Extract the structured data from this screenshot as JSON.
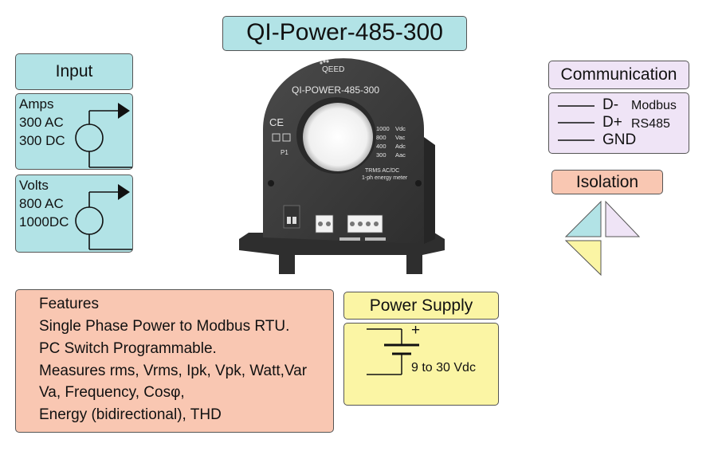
{
  "title": "QI-Power-485-300",
  "input": {
    "header": "Input",
    "amps": {
      "label": "Amps",
      "lines": [
        "300 AC",
        "300 DC"
      ]
    },
    "volts": {
      "label": "Volts",
      "lines": [
        "800 AC",
        "1000DC"
      ]
    }
  },
  "communication": {
    "header": "Communication",
    "pins": [
      "D-",
      "D+",
      "GND"
    ],
    "protocol": [
      "Modbus",
      "RS485"
    ]
  },
  "isolation": {
    "header": "Isolation"
  },
  "power_supply": {
    "header": "Power Supply",
    "polarity": "+",
    "range": "9 to 30 Vdc"
  },
  "features": {
    "header": "Features",
    "items": [
      "Single Phase Power to Modbus RTU.",
      "PC Switch Programmable.",
      "Measures rms, Vrms, Ipk, Vpk, Watt,Var",
      "Va, Frequency, Cosφ,",
      "Energy (bidirectional), THD"
    ]
  },
  "device": {
    "brand": "QEED",
    "model": "QI-POWER-485-300",
    "ce_mark": "CE",
    "port_label": "P1",
    "ratings": [
      {
        "value": "1000",
        "unit": "Vdc"
      },
      {
        "value": "800",
        "unit": "Vac"
      },
      {
        "value": "400",
        "unit": "Adc"
      },
      {
        "value": "300",
        "unit": "Aac"
      }
    ],
    "desc_lines": [
      "TRMS AC/DC",
      "1-ph energy meter"
    ]
  },
  "colors": {
    "teal": "#b2e3e6",
    "lavender": "#efe4f6",
    "salmon": "#f9c7b2",
    "yellow": "#fbf5a4",
    "device_body": "#3b3b3b"
  }
}
